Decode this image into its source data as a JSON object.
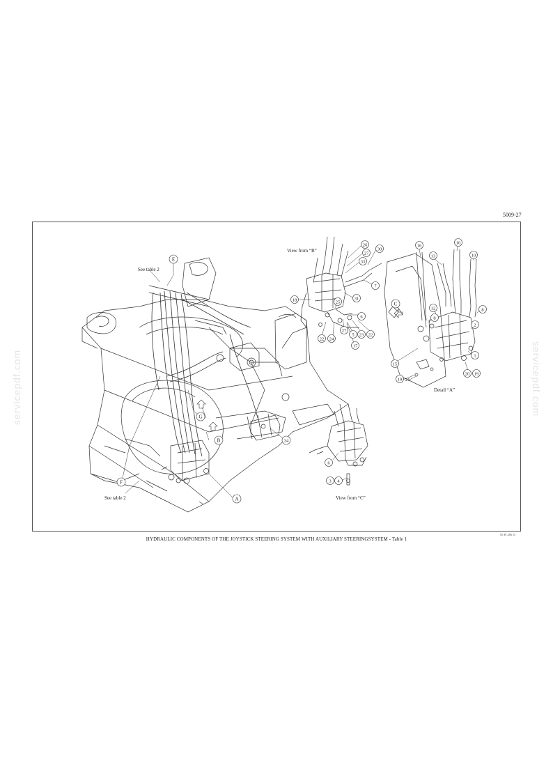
{
  "page_number": "5009-27",
  "drawing_code": "N1 PL DB 53",
  "caption": "HYDRAULIC COMPONENTS OF THE JOYSTICK STEERING SYSTEM WITH AUXILIARY STEERINGSYSTEM - Table 1",
  "watermark": "servicepdf.com",
  "labels": {
    "see_table_top": "See table 2",
    "see_table_bottom": "See table 2",
    "view_from_b": "View from “B”",
    "view_from_c": "View from “C”",
    "detail_a": "Detail “A”"
  },
  "callouts": {
    "E": "E",
    "G": "G",
    "B": "B",
    "F": "F",
    "A": "A",
    "C": "C",
    "n1": "1",
    "n2": "2",
    "n3": "3",
    "n4": "4",
    "n5": "5",
    "n6": "6",
    "n6b": "6",
    "n6c": "6",
    "n7": "7",
    "n8": "8",
    "n8b": "8",
    "n10": "10",
    "n10b": "10",
    "n12": "12",
    "n13": "13",
    "n15": "15",
    "n16": "16",
    "n17": "17",
    "n18": "18",
    "n19": "19",
    "n19b": "19",
    "n20": "20",
    "n21": "21",
    "n22": "22",
    "n22b": "22",
    "n23": "23",
    "n24": "24",
    "n25": "25",
    "n26": "26",
    "n27": "27",
    "n27b": "27",
    "n30": "30",
    "n31": "31",
    "n33": "33",
    "n34": "34"
  }
}
